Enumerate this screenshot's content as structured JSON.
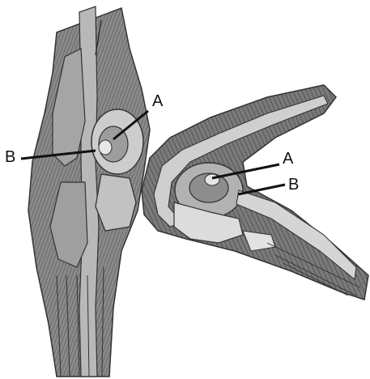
{
  "labels": {
    "left_A": "A",
    "left_B": "B",
    "right_A": "A",
    "right_B": "B"
  },
  "colors": {
    "ink": "#111111",
    "tissue_dark": "#6e6e6e",
    "tissue_mid": "#9a9a9a",
    "tissue_light": "#cfcfcf",
    "cartilage": "#e6e6e6"
  }
}
